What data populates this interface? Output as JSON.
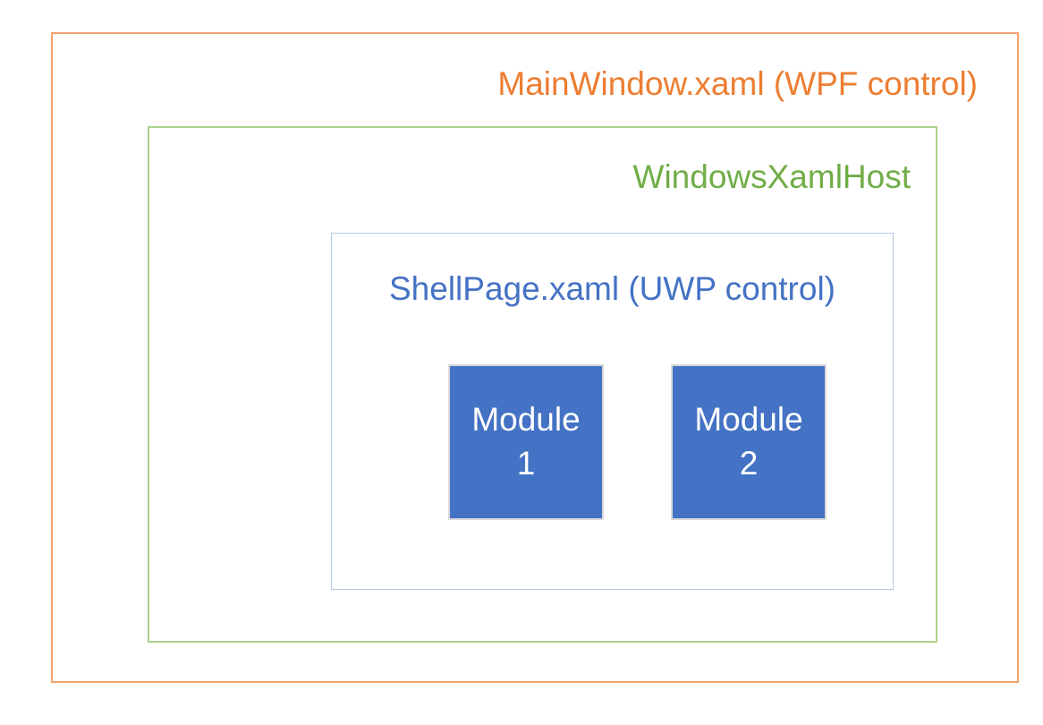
{
  "diagram": {
    "title": "MainWindow.xaml (WPF control)",
    "main_window": {
      "label": "MainWindow.xaml (WPF control)",
      "text_color": "#ED7D31",
      "border_color": "#F2A16E"
    },
    "xaml_host": {
      "label": "WindowsXamlHost",
      "text_color": "#70AD47",
      "border_color": "#A9D18E"
    },
    "shell_page": {
      "label": "ShellPage.xaml (UWP control)",
      "text_color": "#4472C4",
      "border_color": "#B4C7E7"
    },
    "modules": [
      {
        "name": "Module",
        "number": "1"
      },
      {
        "name": "Module",
        "number": "2"
      }
    ],
    "module_style": {
      "fill": "#4472C4",
      "border_color": "#D9D9D9",
      "text_color": "#FFFFFF"
    },
    "background": "#FFFFFF"
  }
}
